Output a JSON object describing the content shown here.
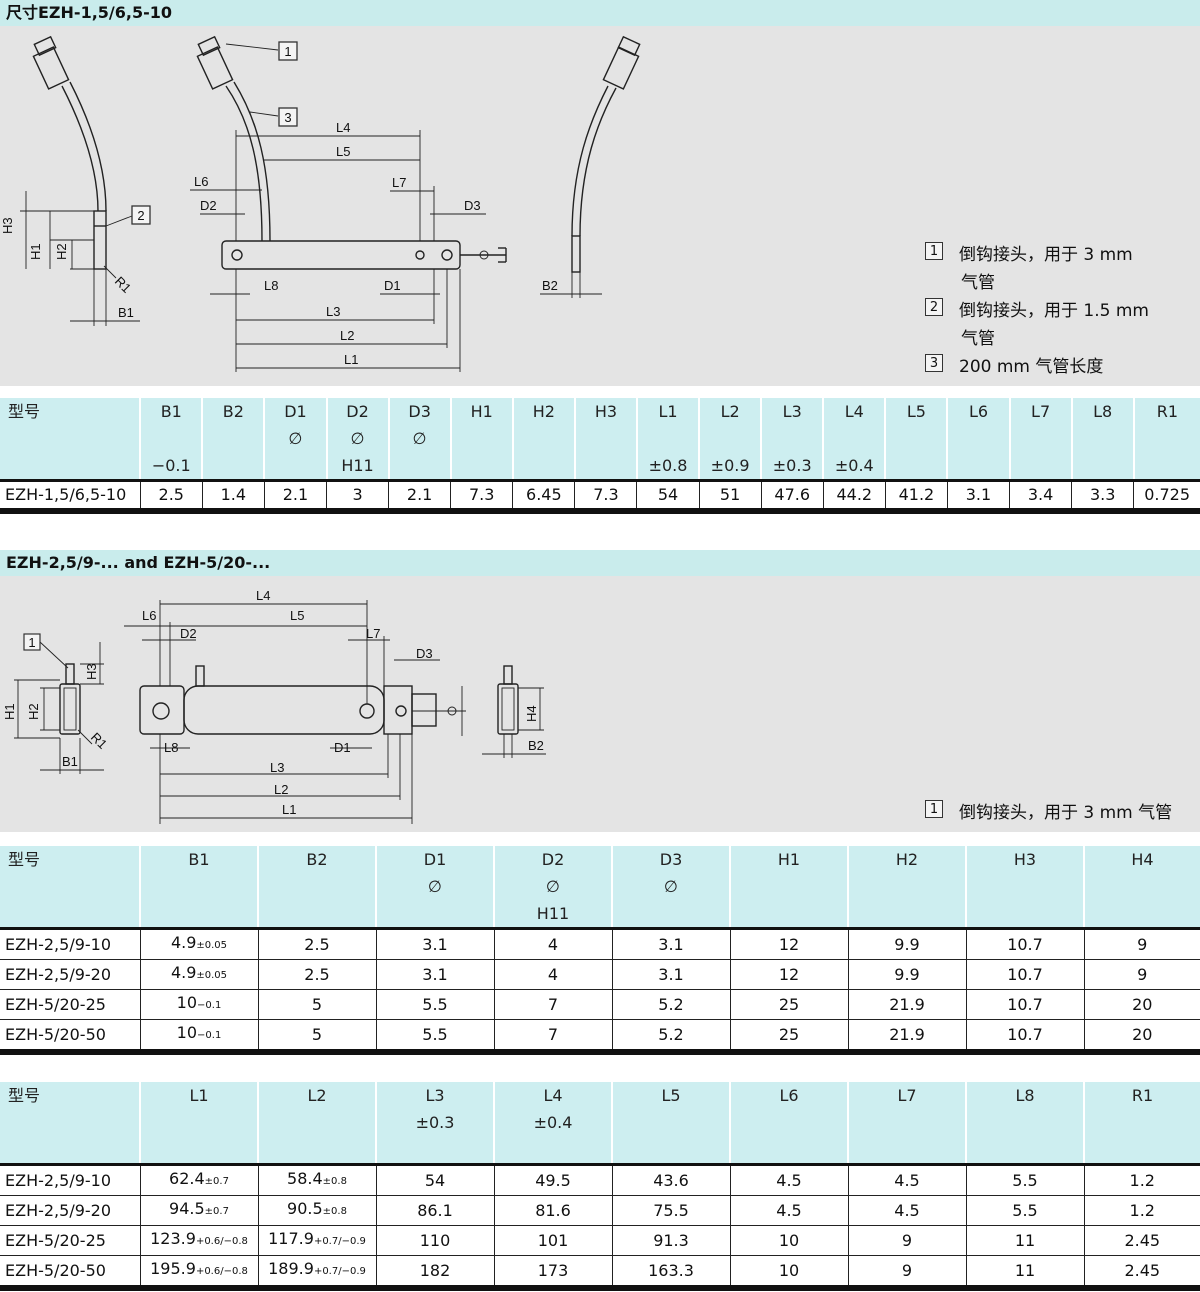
{
  "section1": {
    "title": "尺寸EZH-1,5/6,5-10",
    "drawing_labels": {
      "callout1": "1",
      "callout2": "2",
      "callout3": "3",
      "L1": "L1",
      "L2": "L2",
      "L3": "L3",
      "L4": "L4",
      "L5": "L5",
      "L6": "L6",
      "L7": "L7",
      "L8": "L8",
      "D1": "D1",
      "D2": "D2",
      "D3": "D3",
      "H1": "H1",
      "H2": "H2",
      "H3": "H3",
      "B1": "B1",
      "B2": "B2",
      "R1": "R1"
    },
    "legend": [
      {
        "num": "1",
        "line1": "倒钩接头，用于 3 mm",
        "line2": "气管"
      },
      {
        "num": "2",
        "line1": "倒钩接头，用于 1.5 mm",
        "line2": "气管"
      },
      {
        "num": "3",
        "line1": "200 mm 气管长度",
        "line2": ""
      }
    ],
    "table": {
      "headers": [
        [
          "型号",
          "",
          ""
        ],
        [
          "B1",
          "",
          "−0.1"
        ],
        [
          "B2",
          "",
          ""
        ],
        [
          "D1",
          "∅",
          ""
        ],
        [
          "D2",
          "∅",
          "H11"
        ],
        [
          "D3",
          "∅",
          ""
        ],
        [
          "H1",
          "",
          ""
        ],
        [
          "H2",
          "",
          ""
        ],
        [
          "H3",
          "",
          ""
        ],
        [
          "L1",
          "",
          "±0.8"
        ],
        [
          "L2",
          "",
          "±0.9"
        ],
        [
          "L3",
          "",
          "±0.3"
        ],
        [
          "L4",
          "",
          "±0.4"
        ],
        [
          "L5",
          "",
          ""
        ],
        [
          "L6",
          "",
          ""
        ],
        [
          "L7",
          "",
          ""
        ],
        [
          "L8",
          "",
          ""
        ],
        [
          "R1",
          "",
          ""
        ]
      ],
      "rows": [
        [
          "EZH-1,5/6,5-10",
          "2.5",
          "1.4",
          "2.1",
          "3",
          "2.1",
          "7.3",
          "6.45",
          "7.3",
          "54",
          "51",
          "47.6",
          "44.2",
          "41.2",
          "3.1",
          "3.4",
          "3.3",
          "0.725"
        ]
      ]
    }
  },
  "section2": {
    "title": "EZH-2,5/9-... and EZH-5/20-...",
    "drawing_labels": {
      "callout1": "1",
      "L1": "L1",
      "L2": "L2",
      "L3": "L3",
      "L4": "L4",
      "L5": "L5",
      "L6": "L6",
      "L7": "L7",
      "L8": "L8",
      "D1": "D1",
      "D2": "D2",
      "D3": "D3",
      "H1": "H1",
      "H2": "H2",
      "H3": "H3",
      "H4": "H4",
      "B1": "B1",
      "B2": "B2",
      "R1": "R1"
    },
    "legend": [
      {
        "num": "1",
        "line1": "倒钩接头，用于 3 mm 气管",
        "line2": ""
      }
    ],
    "table_a": {
      "headers": [
        [
          "型号",
          "",
          ""
        ],
        [
          "B1",
          "",
          ""
        ],
        [
          "B2",
          "",
          ""
        ],
        [
          "D1",
          "∅",
          ""
        ],
        [
          "D2",
          "∅",
          "H11"
        ],
        [
          "D3",
          "∅",
          ""
        ],
        [
          "H1",
          "",
          ""
        ],
        [
          "H2",
          "",
          ""
        ],
        [
          "H3",
          "",
          ""
        ],
        [
          "H4",
          "",
          ""
        ]
      ],
      "rows": [
        [
          {
            "v": "EZH-2,5/9-10"
          },
          {
            "v": "4.9",
            "s": "±0.05"
          },
          {
            "v": "2.5"
          },
          {
            "v": "3.1"
          },
          {
            "v": "4"
          },
          {
            "v": "3.1"
          },
          {
            "v": "12"
          },
          {
            "v": "9.9"
          },
          {
            "v": "10.7"
          },
          {
            "v": "9"
          }
        ],
        [
          {
            "v": "EZH-2,5/9-20"
          },
          {
            "v": "4.9",
            "s": "±0.05"
          },
          {
            "v": "2.5"
          },
          {
            "v": "3.1"
          },
          {
            "v": "4"
          },
          {
            "v": "3.1"
          },
          {
            "v": "12"
          },
          {
            "v": "9.9"
          },
          {
            "v": "10.7"
          },
          {
            "v": "9"
          }
        ],
        [
          {
            "v": "EZH-5/20-25"
          },
          {
            "v": "10",
            "s": "−0.1"
          },
          {
            "v": "5"
          },
          {
            "v": "5.5"
          },
          {
            "v": "7"
          },
          {
            "v": "5.2"
          },
          {
            "v": "25"
          },
          {
            "v": "21.9"
          },
          {
            "v": "10.7"
          },
          {
            "v": "20"
          }
        ],
        [
          {
            "v": "EZH-5/20-50"
          },
          {
            "v": "10",
            "s": "−0.1"
          },
          {
            "v": "5"
          },
          {
            "v": "5.5"
          },
          {
            "v": "7"
          },
          {
            "v": "5.2"
          },
          {
            "v": "25"
          },
          {
            "v": "21.9"
          },
          {
            "v": "10.7"
          },
          {
            "v": "20"
          }
        ]
      ]
    },
    "table_b": {
      "headers": [
        [
          "型号",
          "",
          ""
        ],
        [
          "L1",
          "",
          ""
        ],
        [
          "L2",
          "",
          ""
        ],
        [
          "L3",
          "±0.3",
          ""
        ],
        [
          "L4",
          "±0.4",
          ""
        ],
        [
          "L5",
          "",
          ""
        ],
        [
          "L6",
          "",
          ""
        ],
        [
          "L7",
          "",
          ""
        ],
        [
          "L8",
          "",
          ""
        ],
        [
          "R1",
          "",
          ""
        ]
      ],
      "rows": [
        [
          {
            "v": "EZH-2,5/9-10"
          },
          {
            "v": "62.4",
            "s": "±0.7"
          },
          {
            "v": "58.4",
            "s": "±0.8"
          },
          {
            "v": "54"
          },
          {
            "v": "49.5"
          },
          {
            "v": "43.6"
          },
          {
            "v": "4.5"
          },
          {
            "v": "4.5"
          },
          {
            "v": "5.5"
          },
          {
            "v": "1.2"
          }
        ],
        [
          {
            "v": "EZH-2,5/9-20"
          },
          {
            "v": "94.5",
            "s": "±0.7"
          },
          {
            "v": "90.5",
            "s": "±0.8"
          },
          {
            "v": "86.1"
          },
          {
            "v": "81.6"
          },
          {
            "v": "75.5"
          },
          {
            "v": "4.5"
          },
          {
            "v": "4.5"
          },
          {
            "v": "5.5"
          },
          {
            "v": "1.2"
          }
        ],
        [
          {
            "v": "EZH-5/20-25"
          },
          {
            "v": "123.9",
            "s": "+0.6/−0.8"
          },
          {
            "v": "117.9",
            "s": "+0.7/−0.9"
          },
          {
            "v": "110"
          },
          {
            "v": "101"
          },
          {
            "v": "91.3"
          },
          {
            "v": "10"
          },
          {
            "v": "9"
          },
          {
            "v": "11"
          },
          {
            "v": "2.45"
          }
        ],
        [
          {
            "v": "EZH-5/20-50"
          },
          {
            "v": "195.9",
            "s": "+0.6/−0.8"
          },
          {
            "v": "189.9",
            "s": "+0.7/−0.9"
          },
          {
            "v": "182"
          },
          {
            "v": "173"
          },
          {
            "v": "163.3"
          },
          {
            "v": "10"
          },
          {
            "v": "9"
          },
          {
            "v": "11"
          },
          {
            "v": "2.45"
          }
        ]
      ]
    }
  }
}
